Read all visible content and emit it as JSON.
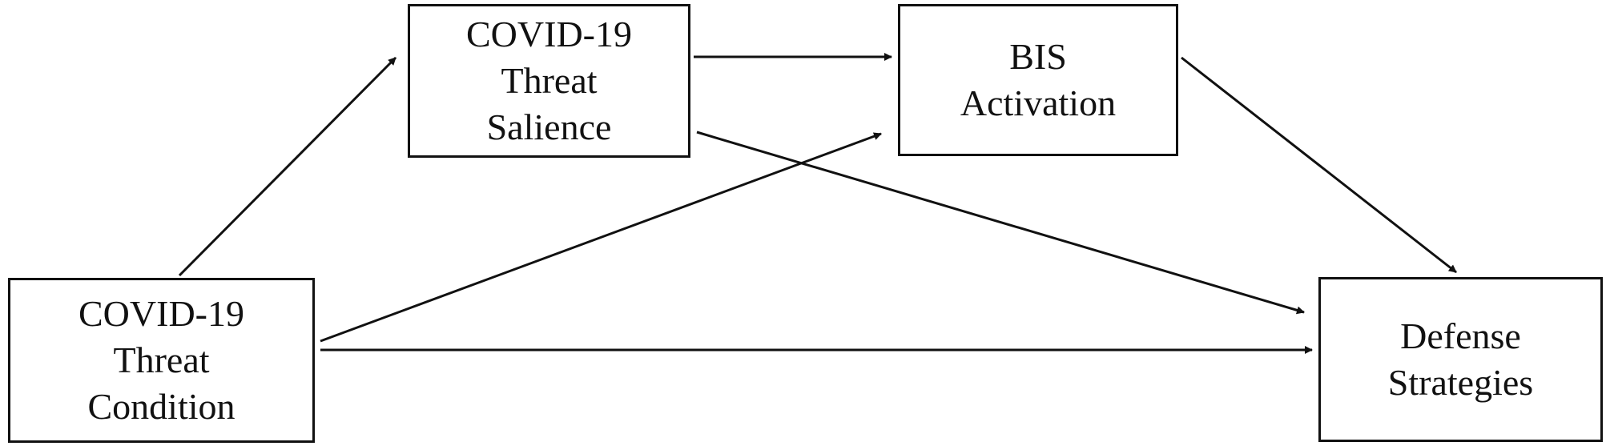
{
  "diagram": {
    "nodes": {
      "threat_condition": {
        "lines": [
          "COVID-19",
          "Threat",
          "Condition"
        ]
      },
      "threat_salience": {
        "lines": [
          "COVID-19",
          "Threat",
          "Salience"
        ]
      },
      "bis_activation": {
        "lines": [
          "BIS",
          "Activation"
        ]
      },
      "defense_strategies": {
        "lines": [
          "Defense",
          "Strategies"
        ]
      }
    },
    "edges": [
      {
        "from": "threat_condition",
        "to": "threat_salience"
      },
      {
        "from": "threat_condition",
        "to": "bis_activation"
      },
      {
        "from": "threat_condition",
        "to": "defense_strategies"
      },
      {
        "from": "threat_salience",
        "to": "bis_activation"
      },
      {
        "from": "threat_salience",
        "to": "defense_strategies"
      },
      {
        "from": "bis_activation",
        "to": "defense_strategies"
      }
    ],
    "colors": {
      "stroke": "#111111",
      "background": "#ffffff"
    }
  }
}
